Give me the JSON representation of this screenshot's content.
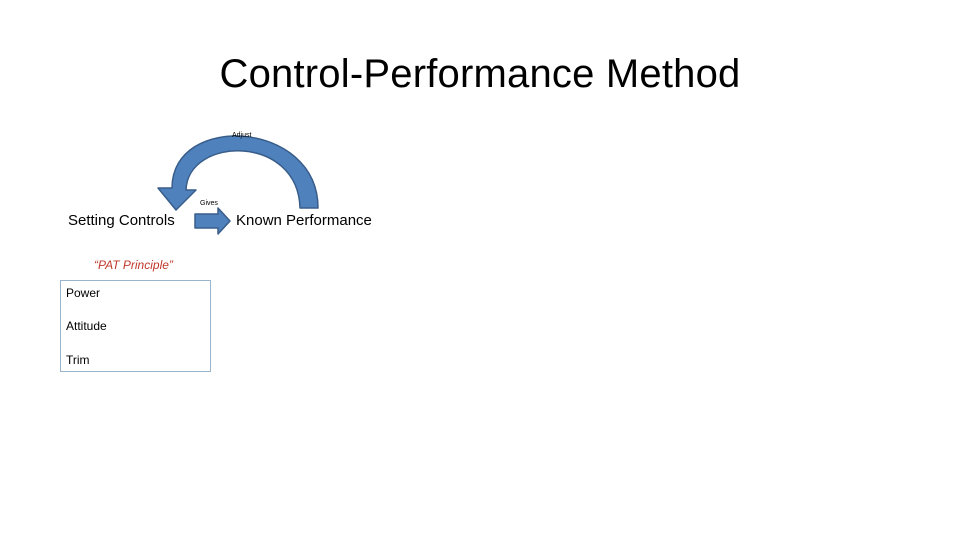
{
  "title": "Control-Performance Method",
  "labels": {
    "adjust": "Adjust",
    "gives": "Gives",
    "setting_controls": "Setting Controls",
    "known_performance": "Known Performance"
  },
  "pat": {
    "caption": "“PAT Principle”",
    "items": [
      "Power",
      "Attitude",
      "Trim"
    ]
  },
  "colors": {
    "arrow_fill": "#4f81bd",
    "arrow_stroke": "#385d8a",
    "pat_caption": "#c0392b",
    "box_border": "#9ab4cc"
  },
  "icons": {
    "curved_arrow": "curved-arrow-icon",
    "right_arrow": "right-arrow-icon"
  }
}
